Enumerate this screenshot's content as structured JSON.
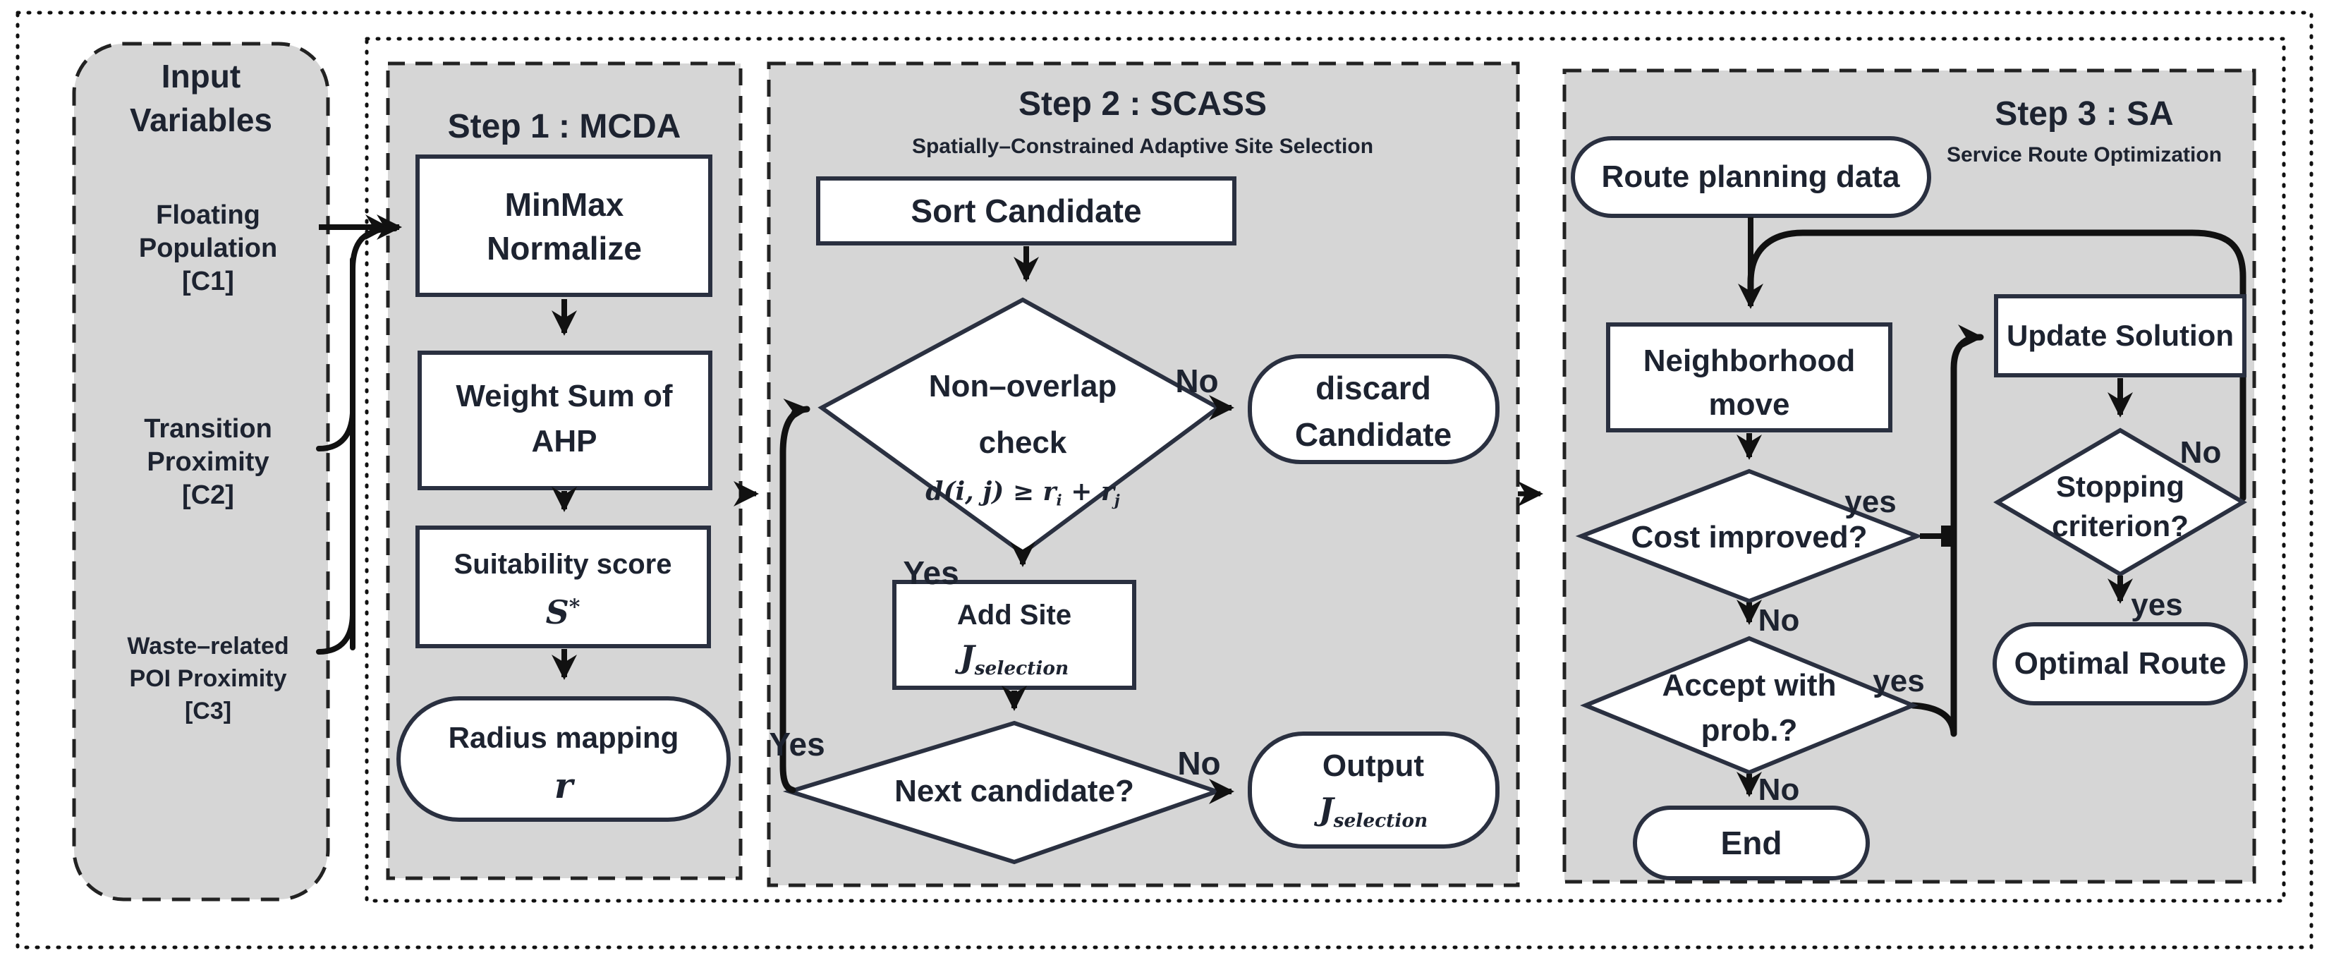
{
  "colors": {
    "panel_fill": "#d6d6d6",
    "node_fill": "#ffffff",
    "node_border": "#2a3040",
    "line": "#111111",
    "text": "#1d2330"
  },
  "input_panel": {
    "title_line1": "Input",
    "title_line2": "Variables",
    "boxes": [
      {
        "lines": [
          "Floating",
          "Population",
          "[C1]"
        ]
      },
      {
        "lines": [
          "Transition",
          "Proximity",
          "[C2]"
        ]
      },
      {
        "lines": [
          "Waste–related",
          "POI Proximity",
          "[C3]"
        ]
      }
    ]
  },
  "step1": {
    "title": "Step 1 : MCDA",
    "minmax": {
      "line1": "MinMax",
      "line2": "Normalize"
    },
    "ahp": {
      "line1": "Weight Sum of",
      "line2": "AHP"
    },
    "suitability": {
      "label": "Suitability score",
      "math_main": "S",
      "math_sup": "*"
    },
    "radius": {
      "label": "Radius mapping",
      "math": "r"
    }
  },
  "step2": {
    "title": "Step 2 : SCASS",
    "subtitle": "Spatially–Constrained Adaptive Site Selection",
    "sort": "Sort Candidate",
    "check": {
      "line1": "Non–overlap",
      "line2": "check",
      "formula": {
        "pre": "d(i, j) ≥ r",
        "sub1": "i",
        "mid": " + r",
        "sub2": "j"
      }
    },
    "discard": {
      "line1": "discard",
      "line2": "Candidate"
    },
    "add_site": {
      "label": "Add Site",
      "math_main": "J",
      "math_sub": "selection"
    },
    "next": "Next candidate?",
    "output": {
      "label": "Output",
      "math_main": "J",
      "math_sub": "selection"
    },
    "labels": {
      "yes_check": "Yes",
      "no_check": "No",
      "yes_next": "Yes",
      "no_next": "No"
    }
  },
  "step3": {
    "title": "Step 3 : SA",
    "subtitle": "Service Route Optimization",
    "route": "Route planning data",
    "neighborhood": {
      "line1": "Neighborhood",
      "line2": "move"
    },
    "cost": "Cost improved?",
    "accept": {
      "line1": "Accept with",
      "line2": "prob.?"
    },
    "update": "Update Solution",
    "stopping": {
      "line1": "Stopping",
      "line2": "criterion?"
    },
    "optimal": "Optimal Route",
    "end": "End",
    "labels": {
      "yes_cost": "yes",
      "no_cost": "No",
      "yes_accept": "yes",
      "no_accept": "No",
      "no_stop": "No",
      "yes_stop": "yes"
    }
  }
}
